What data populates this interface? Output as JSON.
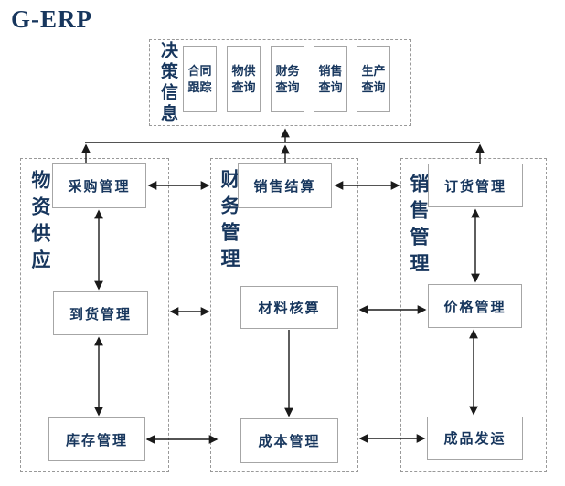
{
  "title": "G-ERP",
  "decision_panel": {
    "label": "决策信息",
    "items": [
      {
        "label": "合同\n跟踪"
      },
      {
        "label": "物供\n查询"
      },
      {
        "label": "财务\n查询"
      },
      {
        "label": "销售\n查询"
      },
      {
        "label": "生产\n查询"
      }
    ]
  },
  "columns": [
    {
      "label": "物资供应",
      "boxes": [
        {
          "label": "采购管理"
        },
        {
          "label": "到货管理"
        },
        {
          "label": "库存管理"
        }
      ]
    },
    {
      "label": "财务管理",
      "boxes": [
        {
          "label": "销售结算"
        },
        {
          "label": "材料核算"
        },
        {
          "label": "成本管理"
        }
      ]
    },
    {
      "label": "销售管理",
      "boxes": [
        {
          "label": "订货管理"
        },
        {
          "label": "价格管理"
        },
        {
          "label": "成品发运"
        }
      ]
    }
  ],
  "colors": {
    "text": "#17365d",
    "box_border": "#a6a6a6",
    "dashed_border": "#999999",
    "arrow": "#1a1a1a",
    "background": "#ffffff"
  }
}
